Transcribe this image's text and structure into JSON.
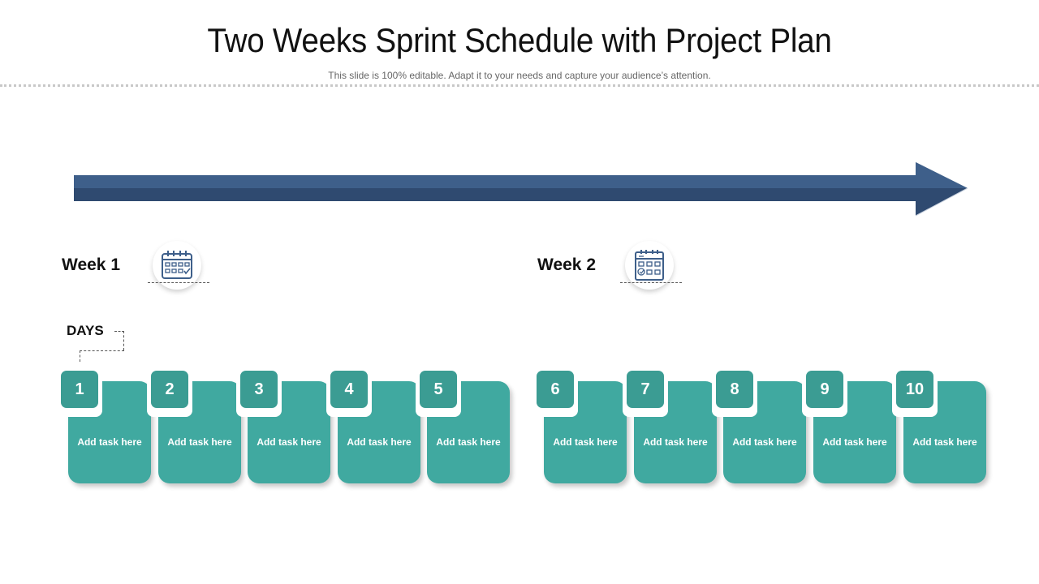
{
  "header": {
    "title": "Two Weeks Sprint Schedule with Project Plan",
    "subtitle": "This slide is 100% editable. Adapt it to your needs and capture your audience’s attention."
  },
  "weeks": [
    {
      "label": "Week 1",
      "icon": "calendar-check-icon"
    },
    {
      "label": "Week 2",
      "icon": "calendar-schedule-icon"
    }
  ],
  "days_label": "DAYS",
  "days": [
    {
      "number": "1",
      "text": "Add task here"
    },
    {
      "number": "2",
      "text": "Add task here"
    },
    {
      "number": "3",
      "text": "Add task here"
    },
    {
      "number": "4",
      "text": "Add task here"
    },
    {
      "number": "5",
      "text": "Add task here"
    },
    {
      "number": "6",
      "text": "Add task here"
    },
    {
      "number": "7",
      "text": "Add task here"
    },
    {
      "number": "8",
      "text": "Add task here"
    },
    {
      "number": "9",
      "text": "Add task here"
    },
    {
      "number": "10",
      "text": "Add task here"
    }
  ],
  "colors": {
    "arrow_top": "#3e5f8a",
    "arrow_bottom": "#2f4a70",
    "card": "#40a9a0",
    "badge": "#3b9c93",
    "icon": "#3e5f8a"
  }
}
